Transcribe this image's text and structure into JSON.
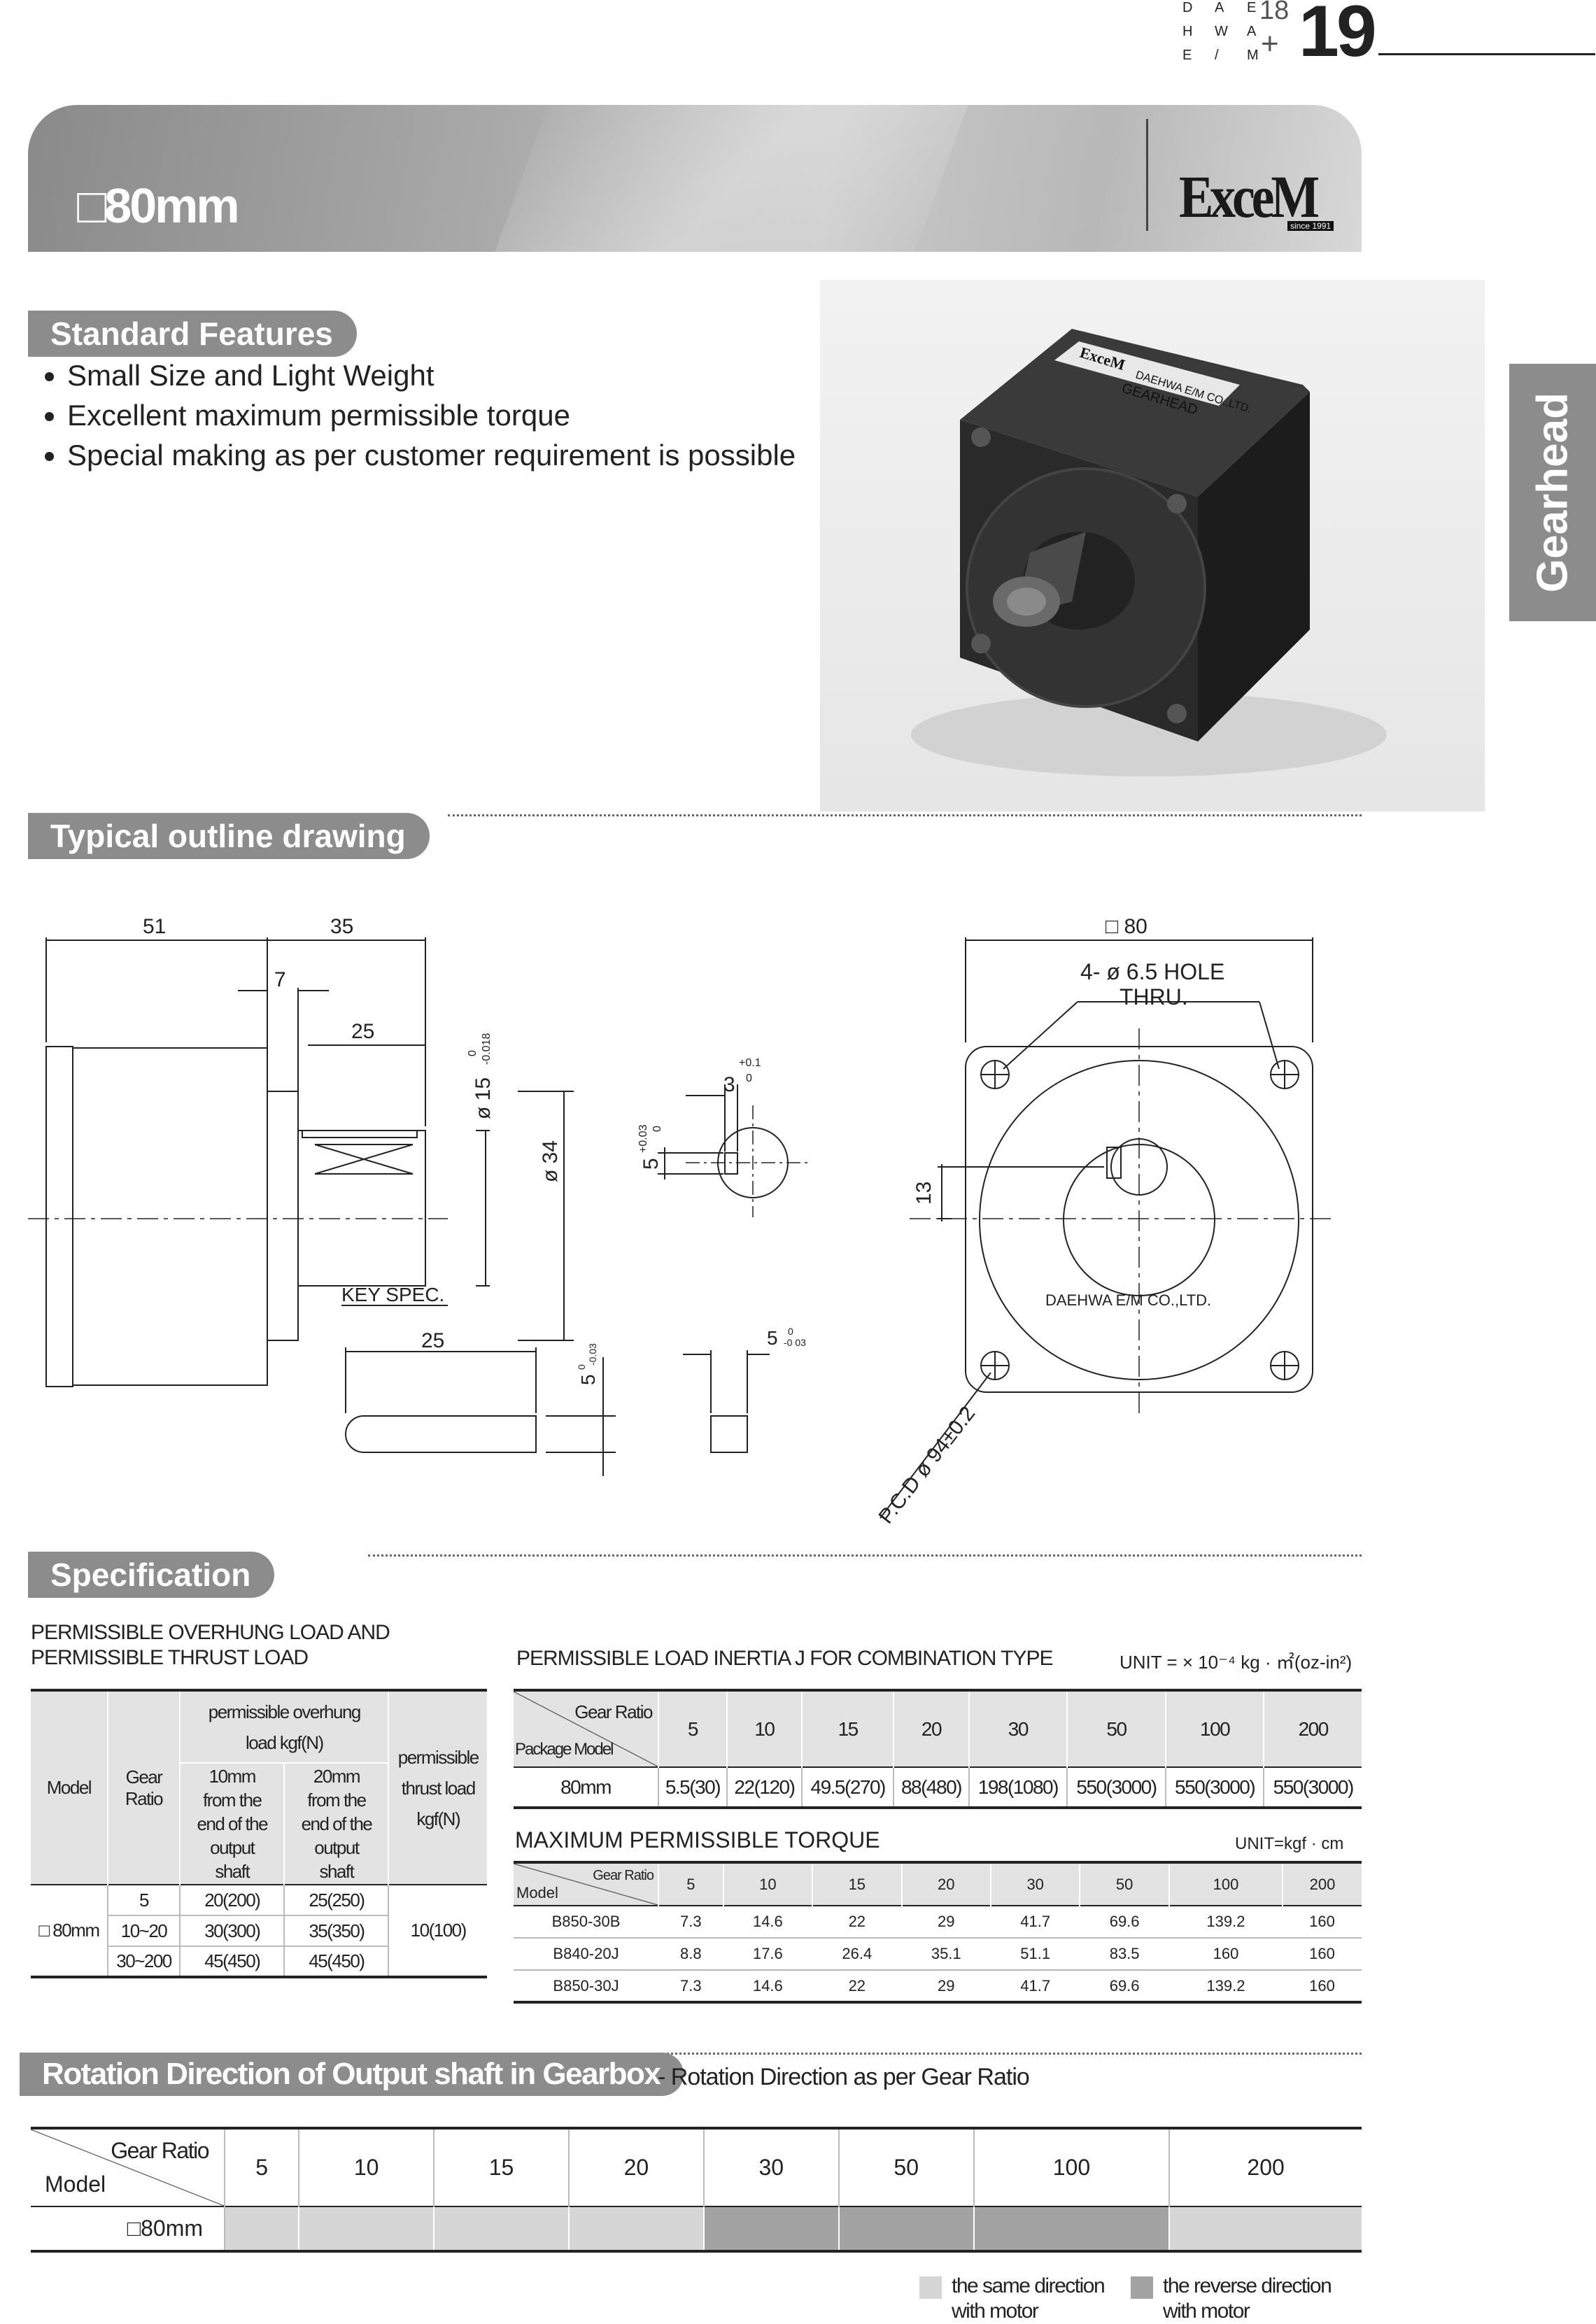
{
  "header": {
    "corner_letters": [
      [
        "D",
        "A",
        "E"
      ],
      [
        "H",
        "W",
        "A"
      ],
      [
        "E",
        "/",
        "M"
      ]
    ],
    "page_small": "18",
    "page_plus": "+",
    "page_big": "19"
  },
  "banner": {
    "size_symbol": "□",
    "size_label": "80mm",
    "brand": "ExceM",
    "brand_since": "since 1991"
  },
  "side_tab": {
    "label": "Gearhead"
  },
  "features": {
    "title": "Standard Features",
    "items": [
      "Small Size and Light Weight",
      "Excellent maximum permissible torque",
      "Special making as per customer requirement is possible"
    ]
  },
  "product_photo": {
    "label_line1": "DAEHWA E/M CO.,LTD.",
    "label_line2": "GEARHEAD",
    "label_brand": "ExceM"
  },
  "outline": {
    "title": "Typical outline drawing",
    "dims": {
      "d51": "51",
      "d35": "35",
      "d7": "7",
      "d25": "25",
      "phi15": "ø 15",
      "phi15_tol_top": "0",
      "phi15_tol_bot": "-0.018",
      "phi34": "ø 34",
      "key3": "3",
      "key3_tol_top": "+0.1",
      "key3_tol_bot": "0",
      "key5": "5",
      "key5_tol_top": "+0.03",
      "key5_tol_bot": "0",
      "key_spec": "KEY SPEC.",
      "key_len": "25",
      "key_h": "5",
      "key_h_tol_top": "0",
      "key_h_tol_bot": "-0.03",
      "key_w": "5",
      "key_w_tol_top": "0",
      "key_w_tol_bot": "-0 03",
      "sq80": "□ 80",
      "hole_line1": "4- ø 6.5 HOLE",
      "hole_line2": "THRU.",
      "d13": "13",
      "maker": "DAEHWA E/M CO.,LTD.",
      "pcd": "P.C.D ø 94±0.2"
    }
  },
  "spec": {
    "title": "Specification",
    "overhung": {
      "title_line1": "PERMISSIBLE OVERHUNG LOAD AND",
      "title_line2": "PERMISSIBLE THRUST LOAD",
      "h_model": "Model",
      "h_gear_ratio": "Gear Ratio",
      "h_overhung_line1": "permissible overhung",
      "h_overhung_line2": "load   kgf(N)",
      "h_10mm": "10mm from the end of the output shaft",
      "h_20mm": "20mm from the end of the output shaft",
      "h_thrust": "permissible thrust load kgf(N)",
      "model": "□ 80mm",
      "thrust": "10(100)",
      "rows": [
        {
          "ratio": "5",
          "load10": "20(200)",
          "load20": "25(250)"
        },
        {
          "ratio": "10~20",
          "load10": "30(300)",
          "load20": "35(350)"
        },
        {
          "ratio": "30~200",
          "load10": "45(450)",
          "load20": "45(450)"
        }
      ]
    },
    "inertia": {
      "title": "PERMISSIBLE LOAD INERTIA J FOR COMBINATION TYPE",
      "unit": "UNIT = × 10⁻⁴ kg · ㎡(oz-in²)",
      "h_gear_ratio": "Gear Ratio",
      "h_package": "Package Model",
      "ratios": [
        "5",
        "10",
        "15",
        "20",
        "30",
        "50",
        "100",
        "200"
      ],
      "row_label": "80mm",
      "values": [
        "5.5(30)",
        "22(120)",
        "49.5(270)",
        "88(480)",
        "198(1080)",
        "550(3000)",
        "550(3000)",
        "550(3000)"
      ]
    },
    "torque": {
      "title": "MAXIMUM PERMISSIBLE TORQUE",
      "unit": "UNIT=kgf · cm",
      "h_gear_ratio": "Gear Ratio",
      "h_model": "Model",
      "ratios": [
        "5",
        "10",
        "15",
        "20",
        "30",
        "50",
        "100",
        "200"
      ],
      "rows": [
        {
          "model": "B850-30B",
          "values": [
            "7.3",
            "14.6",
            "22",
            "29",
            "41.7",
            "69.6",
            "139.2",
            "160"
          ]
        },
        {
          "model": "B840-20J",
          "values": [
            "8.8",
            "17.6",
            "26.4",
            "35.1",
            "51.1",
            "83.5",
            "160",
            "160"
          ]
        },
        {
          "model": "B850-30J",
          "values": [
            "7.3",
            "14.6",
            "22",
            "29",
            "41.7",
            "69.6",
            "139.2",
            "160"
          ]
        }
      ]
    }
  },
  "rotation": {
    "title": "Rotation Direction of Output shaft in Gearbox",
    "subtitle": "- Rotation Direction as per Gear Ratio",
    "h_gear_ratio": "Gear Ratio",
    "h_model": "Model",
    "ratios": [
      "5",
      "10",
      "15",
      "20",
      "30",
      "50",
      "100",
      "200"
    ],
    "row_label": "□80mm",
    "directions": [
      "same",
      "same",
      "same",
      "same",
      "reverse",
      "reverse",
      "reverse",
      "same"
    ],
    "colors": {
      "same": "#d6d6d6",
      "reverse": "#a3a3a3"
    },
    "legend_same_line1": "the same direction",
    "legend_same_line2": "with motor",
    "legend_reverse_line1": "the reverse direction",
    "legend_reverse_line2": "with motor"
  }
}
